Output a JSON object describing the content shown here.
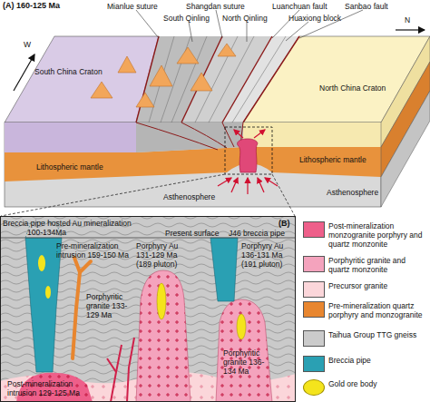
{
  "diagram": {
    "nodes": [
      {
        "text": [
          "(A) 160-125 Ma"
        ]
      },
      {
        "text": [
          "(B)"
        ]
      }
    ],
    "labels": [
      "W",
      "N",
      "Mianlue suture",
      "South Qinling",
      "Shangdan suture",
      "North Qinling",
      "Luanchuan fault",
      "Huaxiong block",
      "Sanbao fault",
      "South China Craton",
      "North China Craton",
      "Lithospheric mantle",
      "Lithospheric mantle",
      "Asthenosphere",
      "Asthenosphere",
      "Breccia pipe hosted Au mineralization",
      "100-134Ma",
      "Present surface",
      "J46 breccia pipe",
      "Pre-mineralization intrusion 159-150 Ma",
      "Porphyry Au 131-129 Ma (189 pluton)",
      "Porphyry Au 136-131 Ma (191 pluton)",
      "Porphyritic granite 133-129 Ma",
      "Porphyritic granite 136-134 Ma",
      "Post-mineralization intrusion 129-125 Ma"
    ],
    "legend": [
      {
        "text": "Post-mineralization monzogranite porphyry and quartz monzonite",
        "color": "#ee5f8a"
      },
      {
        "text": "Porphyritic granite and quartz monzonite",
        "color": "#f4a3bd"
      },
      {
        "text": "Precursor granite",
        "color": "#fbd6da"
      },
      {
        "text": "Pre-mineralization quartz porphyry and monzogranite",
        "color": "#e8862f"
      },
      {
        "text": "Taihua Group TTG gneiss",
        "color": "#cbcbcb"
      },
      {
        "text": "Breccia pipe",
        "color": "#2aa0b3"
      },
      {
        "text": "Gold ore body",
        "color": "#f4e41c"
      }
    ]
  }
}
